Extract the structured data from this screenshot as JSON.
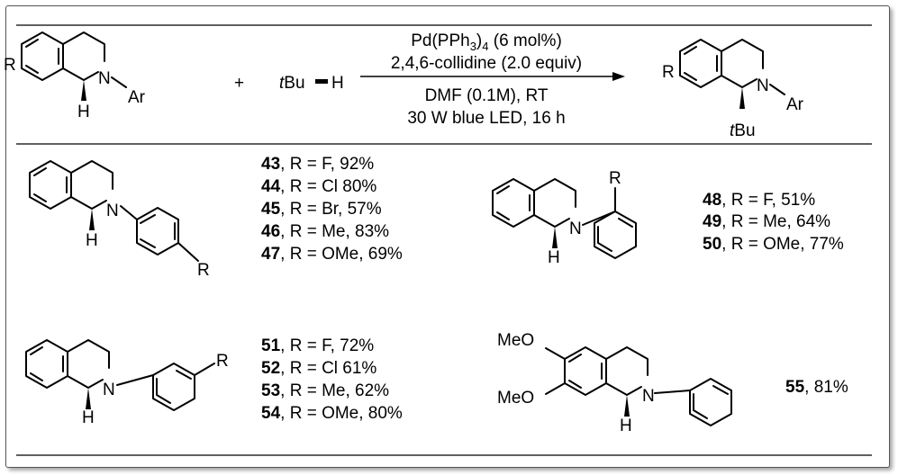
{
  "reaction": {
    "sm_r": "R",
    "sm_n": "N",
    "sm_ar": "Ar",
    "sm_h": "H",
    "plus": "+",
    "reagent_t": "t",
    "reagent_bu": "Bu",
    "reagent_h": "H",
    "cond1_pre": "Pd(PPh",
    "cond1_sub": "3",
    "cond1_mid": ")",
    "cond1_sub2": "4",
    "cond1_post": " (6 mol%)",
    "cond2": "2,4,6-collidine (2.0 equiv)",
    "cond3": "DMF (0.1M), RT",
    "cond4": "30 W blue LED, 16 h",
    "pr_r": "R",
    "pr_n": "N",
    "pr_ar": "Ar",
    "pr_t": "t",
    "pr_bu": "Bu"
  },
  "substituent_labels": {
    "para_r": "R",
    "ortho_r": "R",
    "meta_r": "R",
    "n": "N",
    "h": "H",
    "meo": "MeO"
  },
  "entries": [
    {
      "num": "43",
      "text": ", R = F, 92%"
    },
    {
      "num": "44",
      "text": ", R = Cl 80%"
    },
    {
      "num": "45",
      "text": ", R = Br, 57%"
    },
    {
      "num": "46",
      "text": ", R = Me, 83%"
    },
    {
      "num": "47",
      "text": ", R = OMe, 69%"
    },
    {
      "num": "48",
      "text": ", R = F, 51%"
    },
    {
      "num": "49",
      "text": ", R = Me, 64%"
    },
    {
      "num": "50",
      "text": ", R = OMe, 77%"
    },
    {
      "num": "51",
      "text": ", R = F, 72%"
    },
    {
      "num": "52",
      "text": ", R = Cl 61%"
    },
    {
      "num": "53",
      "text": ", R = Me, 62%"
    },
    {
      "num": "54",
      "text": ", R = OMe, 80%"
    },
    {
      "num": "55",
      "text": ", 81%"
    }
  ]
}
